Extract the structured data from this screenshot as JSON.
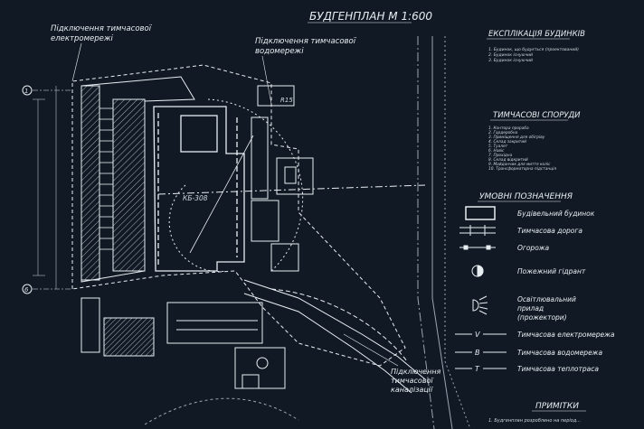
{
  "title": "БУДГЕНПЛАН М 1:600",
  "callouts": {
    "temp_power": [
      "Підключення тимчасової",
      "електромережі"
    ],
    "temp_water": [
      "Підключення тимчасової",
      "водомережі"
    ],
    "temp_sewer": [
      "Підключення",
      "тимчасової",
      "каналізації"
    ],
    "dim_top": "R15",
    "crane_label": "КБ-308",
    "axis_1": "1",
    "axis_2": "6"
  },
  "explication": {
    "title": "ЕКСПЛІКАЦІЯ БУДИНКІВ",
    "rows": [
      "1. Будинок, що будується (проектований)",
      "2. Будинок існуючий",
      "3. Будинок існуючий"
    ]
  },
  "temp_structures": {
    "title": "ТИМЧАСОВІ СПОРУДИ",
    "rows": [
      "1. Контора прораба",
      "2. Гардеробна",
      "3. Приміщення для обігріву",
      "4. Склад закритий",
      "5. Туалет",
      "6. Навіс",
      "7. Прохідна",
      "8. Склад відкритий",
      "9. Майданчик для миття коліс",
      "10. Трансформаторна підстанція"
    ]
  },
  "legend": {
    "title": "УМОВНІ ПОЗНАЧЕННЯ",
    "items": [
      {
        "key": "building",
        "label": "Будівельний будинок"
      },
      {
        "key": "road",
        "label": "Тимчасова дорога"
      },
      {
        "key": "fence",
        "label": "Огорожа"
      },
      {
        "key": "hydrant",
        "label": "Пожежний гідрант"
      },
      {
        "key": "lighting",
        "label": "Освітлювальний прилад (прожектори)"
      },
      {
        "key": "power",
        "label": "Тимчасова електромережа",
        "letter": "V"
      },
      {
        "key": "water",
        "label": "Тимчасова водомережа",
        "letter": "В"
      },
      {
        "key": "heat",
        "label": "Тимчасова теплотраса",
        "letter": "Т"
      }
    ]
  },
  "notes": {
    "title": "ПРИМІТКИ",
    "first": "1. Будгенплан розроблено на період..."
  },
  "colors": {
    "background": "#111a24",
    "lines": "#e8edf2",
    "dim": "#9aa5b1"
  }
}
